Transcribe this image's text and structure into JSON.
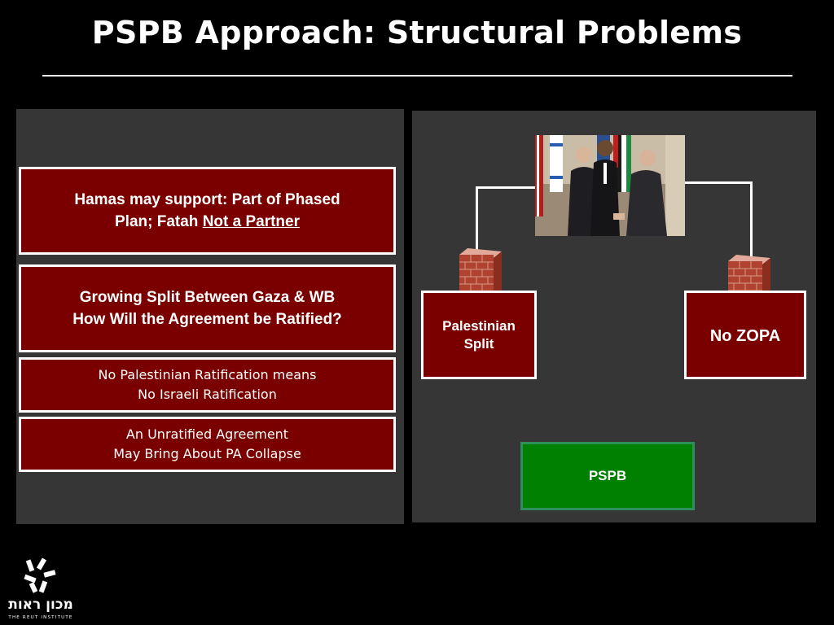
{
  "title": "PSPB Approach: Structural Problems",
  "left": {
    "box1_line1": "Hamas may support: Part of Phased",
    "box1_line2_prefix": "Plan; Fatah ",
    "box1_line2_underline": "Not a Partner",
    "box2_line1": "Growing Split Between Gaza & WB",
    "box2_line2": "How Will the Agreement be Ratified?",
    "box3_line1": "No Palestinian Ratification means",
    "box3_line2": "No Israeli Ratification",
    "box4_line1": "An Unratified Agreement",
    "box4_line2": "May Bring About PA Collapse"
  },
  "right": {
    "palestinian_split_line1": "Palestinian",
    "palestinian_split_line2": "Split",
    "no_zopa": "No ZOPA",
    "pspb": "PSPB"
  },
  "logo": {
    "hebrew": "מכון ראות",
    "english": "THE REUT INSTITUTE"
  },
  "colors": {
    "background": "#000000",
    "panel": "#363636",
    "red_box": "#7a0000",
    "green_box": "#008000",
    "text": "#ffffff"
  }
}
